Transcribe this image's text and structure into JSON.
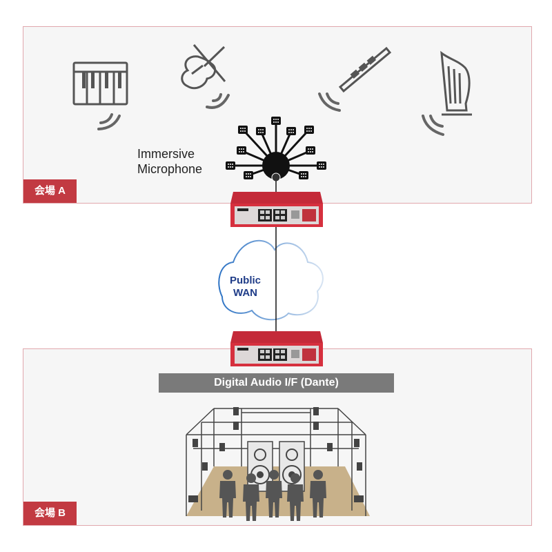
{
  "venue_a": {
    "label": "会場 A"
  },
  "venue_b": {
    "label": "会場 B"
  },
  "microphone": {
    "label_line1": "Immersive",
    "label_line2": "Microphone"
  },
  "network": {
    "label_line1": "Public",
    "label_line2": "WAN"
  },
  "interface": {
    "label": "Digital Audio I/F (Dante)"
  },
  "instruments": [
    "keyboard-icon",
    "violin-icon",
    "flute-icon",
    "harp-icon"
  ],
  "colors": {
    "accent": "#c23a42",
    "device": "#d6303e",
    "wan_text": "#1f3c88",
    "bar": "#7a7a7a"
  }
}
